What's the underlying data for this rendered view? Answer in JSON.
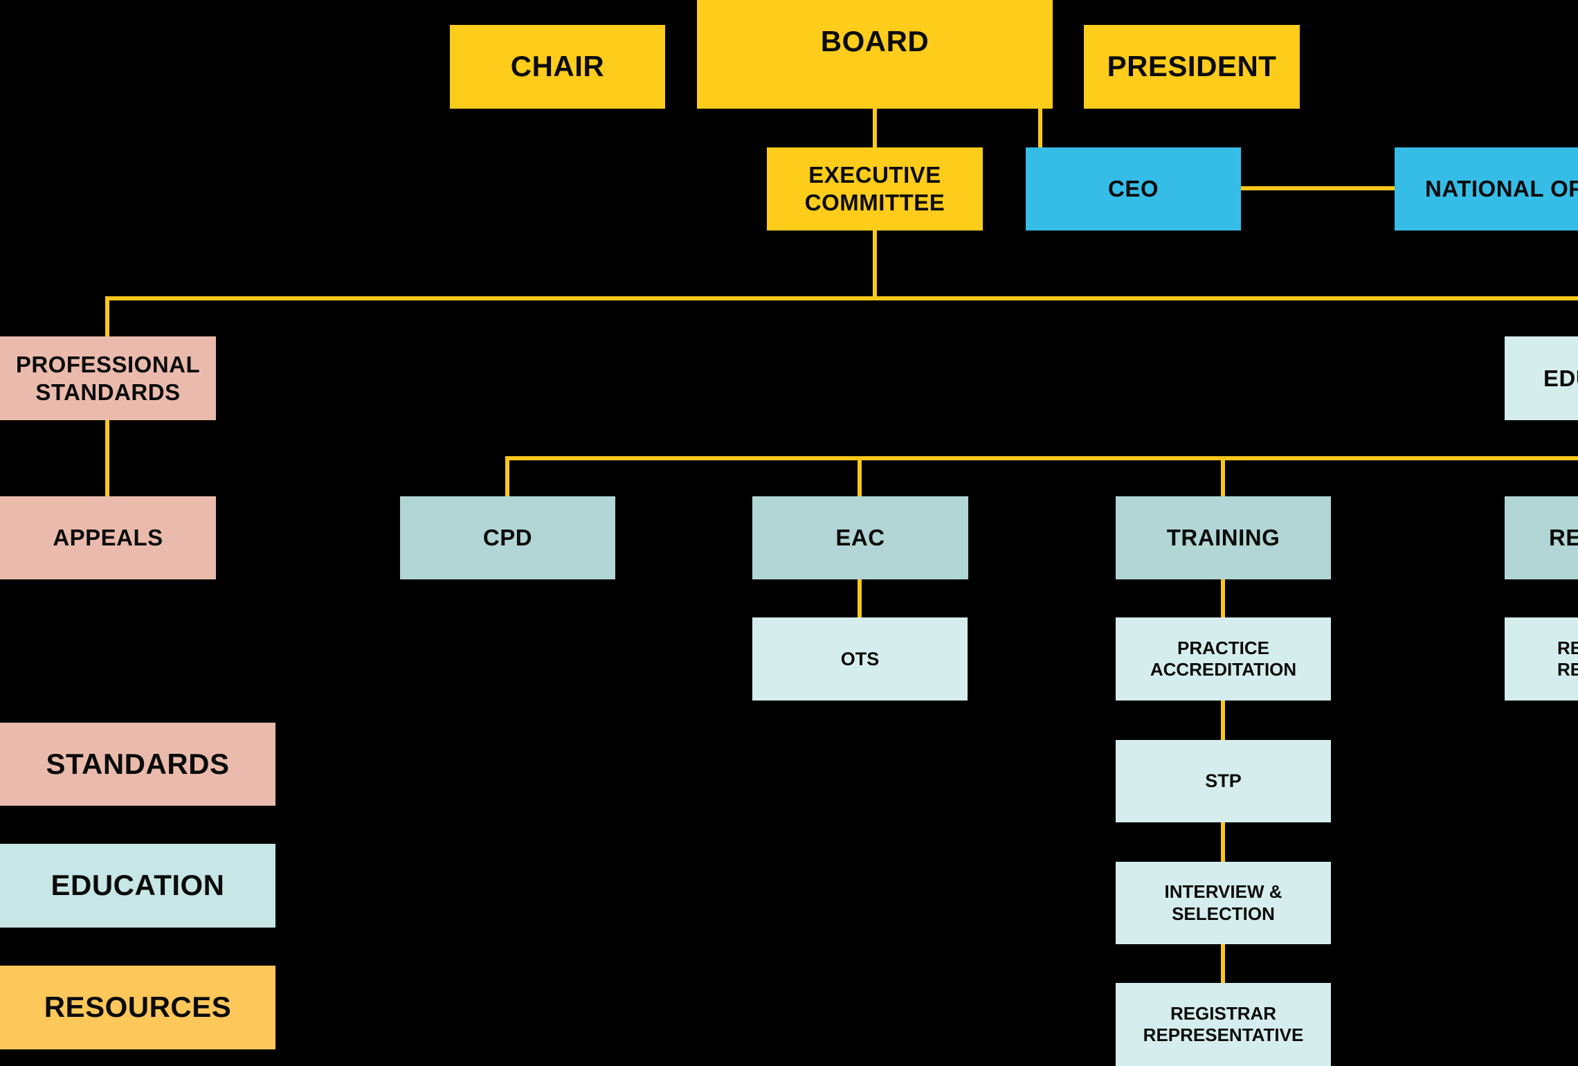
{
  "chart": {
    "top": {
      "chair": "CHAIR",
      "board": "BOARD",
      "president": "PRESIDENT"
    },
    "executive_committee": [
      "EXECUTIVE",
      "COMMITTEE"
    ],
    "ceo": "CEO",
    "national_office": "NATIONAL OF",
    "professional_standards": [
      "PROFESSIONAL",
      "STANDARDS"
    ],
    "appeals": "APPEALS",
    "education_partial": "EDU",
    "committees": {
      "cpd": "CPD",
      "eac": "EAC",
      "training": "TRAINING",
      "re_partial": "RE"
    },
    "ots": "OTS",
    "practice_accreditation": [
      "PRACTICE",
      "ACCREDITATION"
    ],
    "stp": "STP",
    "interview_selection": [
      "INTERVIEW &",
      "SELECTION"
    ],
    "registrar_representative": [
      "REGISTRAR",
      "REPRESENTATIVE"
    ],
    "re_child_partial": [
      "RE",
      "RE"
    ]
  },
  "legend": {
    "standards": "STANDARDS",
    "education": "EDUCATION",
    "resources": "RESOURCES"
  },
  "colors": {
    "background": "#000000",
    "connector": "#F9C71C",
    "board_yellow": "#FECC1B",
    "ceo_blue": "#35BDE7",
    "standards_pink": "#EABBAC",
    "education_teal": "#B1D6D5",
    "education_light": "#D5EDED",
    "resources_orange": "#FDC75A"
  }
}
